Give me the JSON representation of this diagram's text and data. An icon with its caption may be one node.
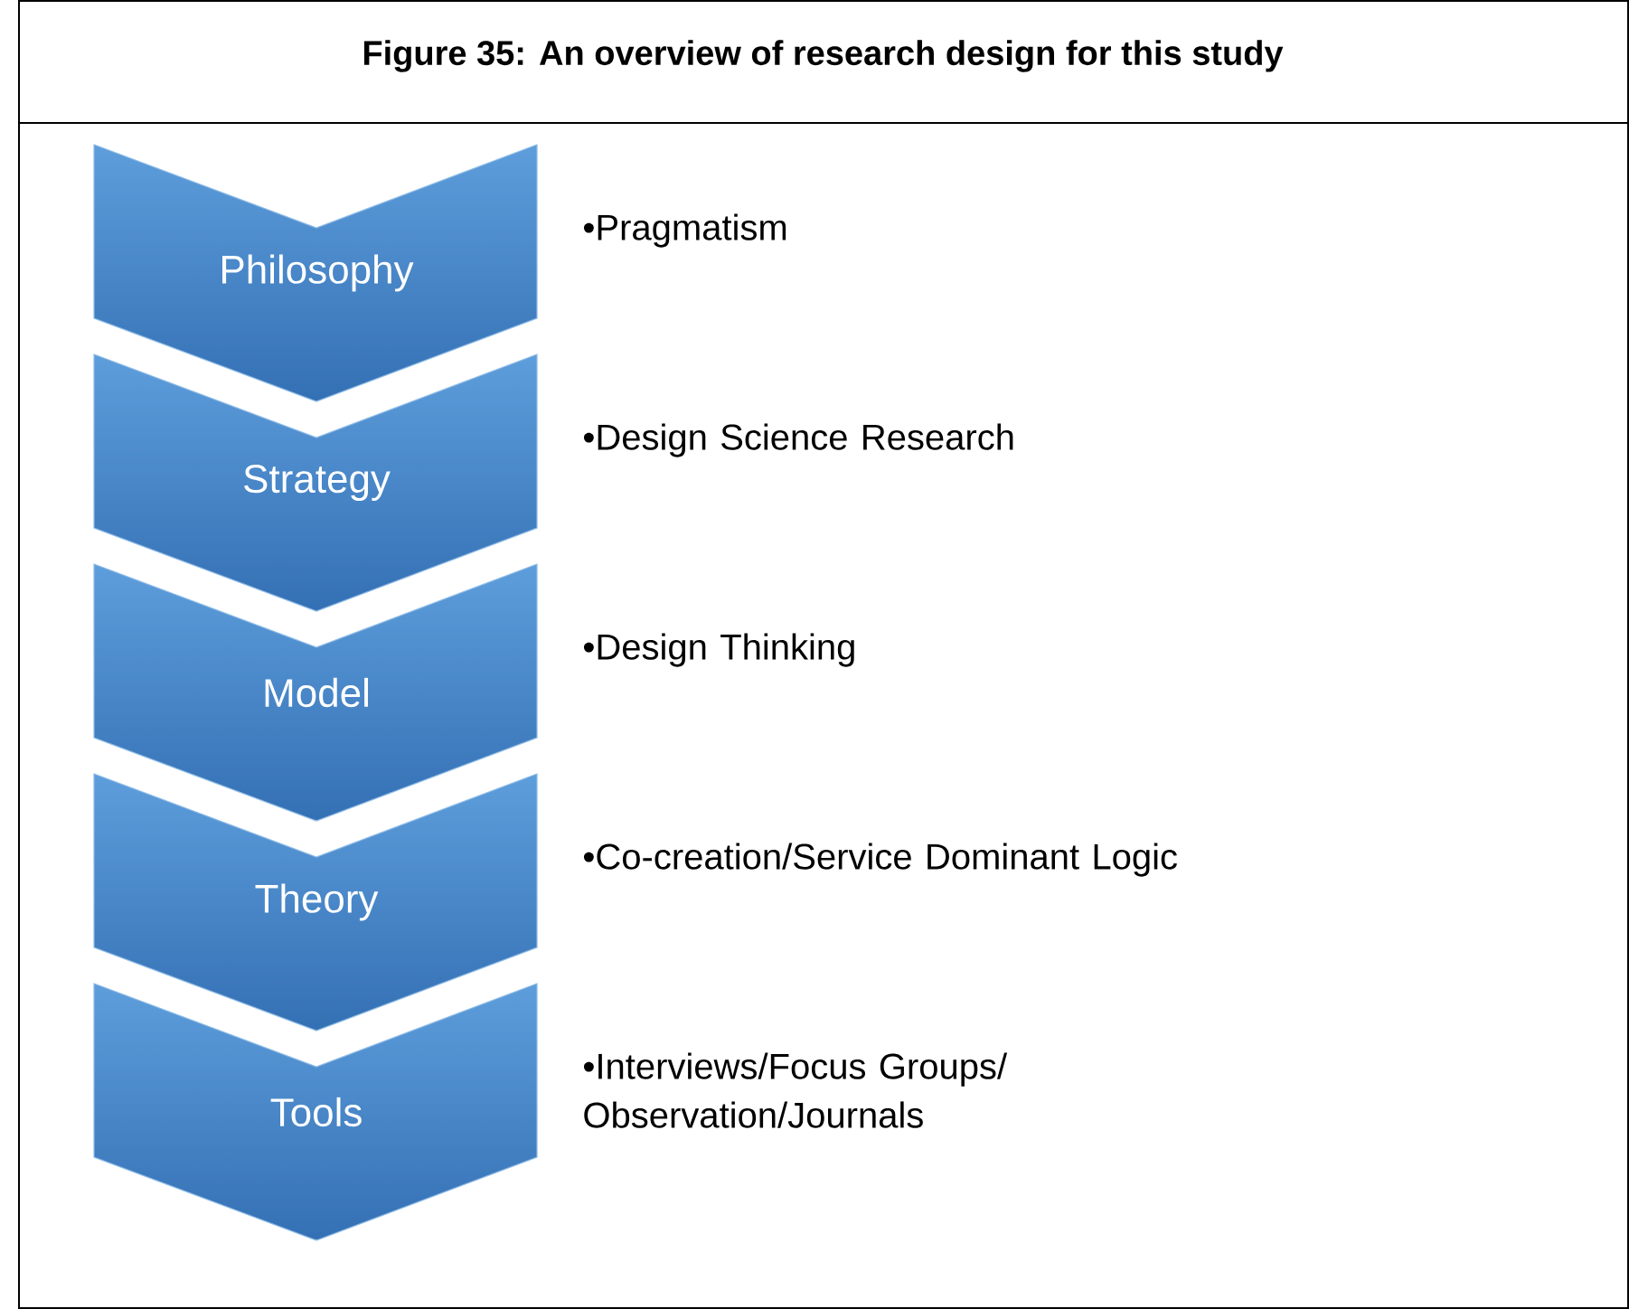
{
  "diagram": {
    "title": "Figure 35: An overview of research design for this study",
    "nodes": [
      {
        "text": [
          "Philosophy"
        ],
        "beside": [
          "•Pragmatism"
        ]
      },
      {
        "text": [
          "Strategy"
        ],
        "beside": [
          "•Design Science Research"
        ]
      },
      {
        "text": [
          "Model"
        ],
        "beside": [
          "•Design Thinking"
        ]
      },
      {
        "text": [
          "Theory"
        ],
        "beside": [
          "•Co-creation/Service Dominant Logic"
        ]
      },
      {
        "text": [
          "Tools"
        ],
        "beside": [
          "•Interviews/Focus Groups/ Observation/Journals"
        ]
      }
    ]
  }
}
